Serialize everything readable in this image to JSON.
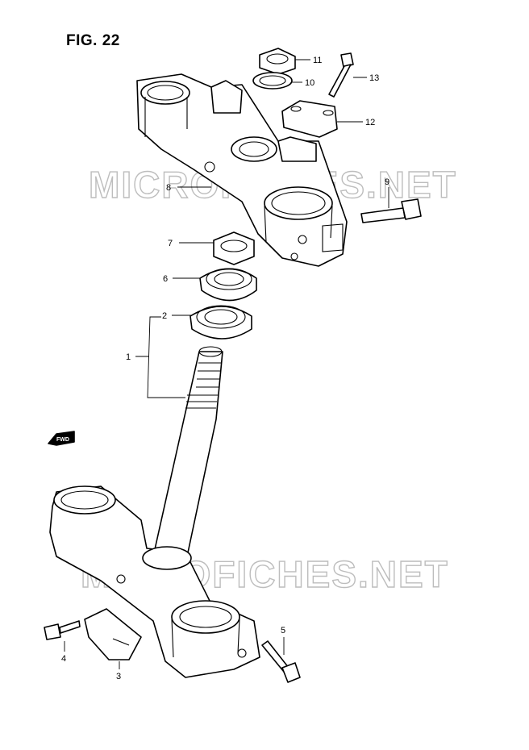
{
  "figure": {
    "title": "FIG. 22"
  },
  "watermarks": [
    "MICROFICHES.NET",
    "MICROFICHES.NET"
  ],
  "direction_label": "FWD",
  "callouts": [
    "1",
    "2",
    "3",
    "4",
    "5",
    "6",
    "7",
    "8",
    "9",
    "10",
    "11",
    "12",
    "13"
  ],
  "icons": [
    "fwd-arrow-icon"
  ]
}
